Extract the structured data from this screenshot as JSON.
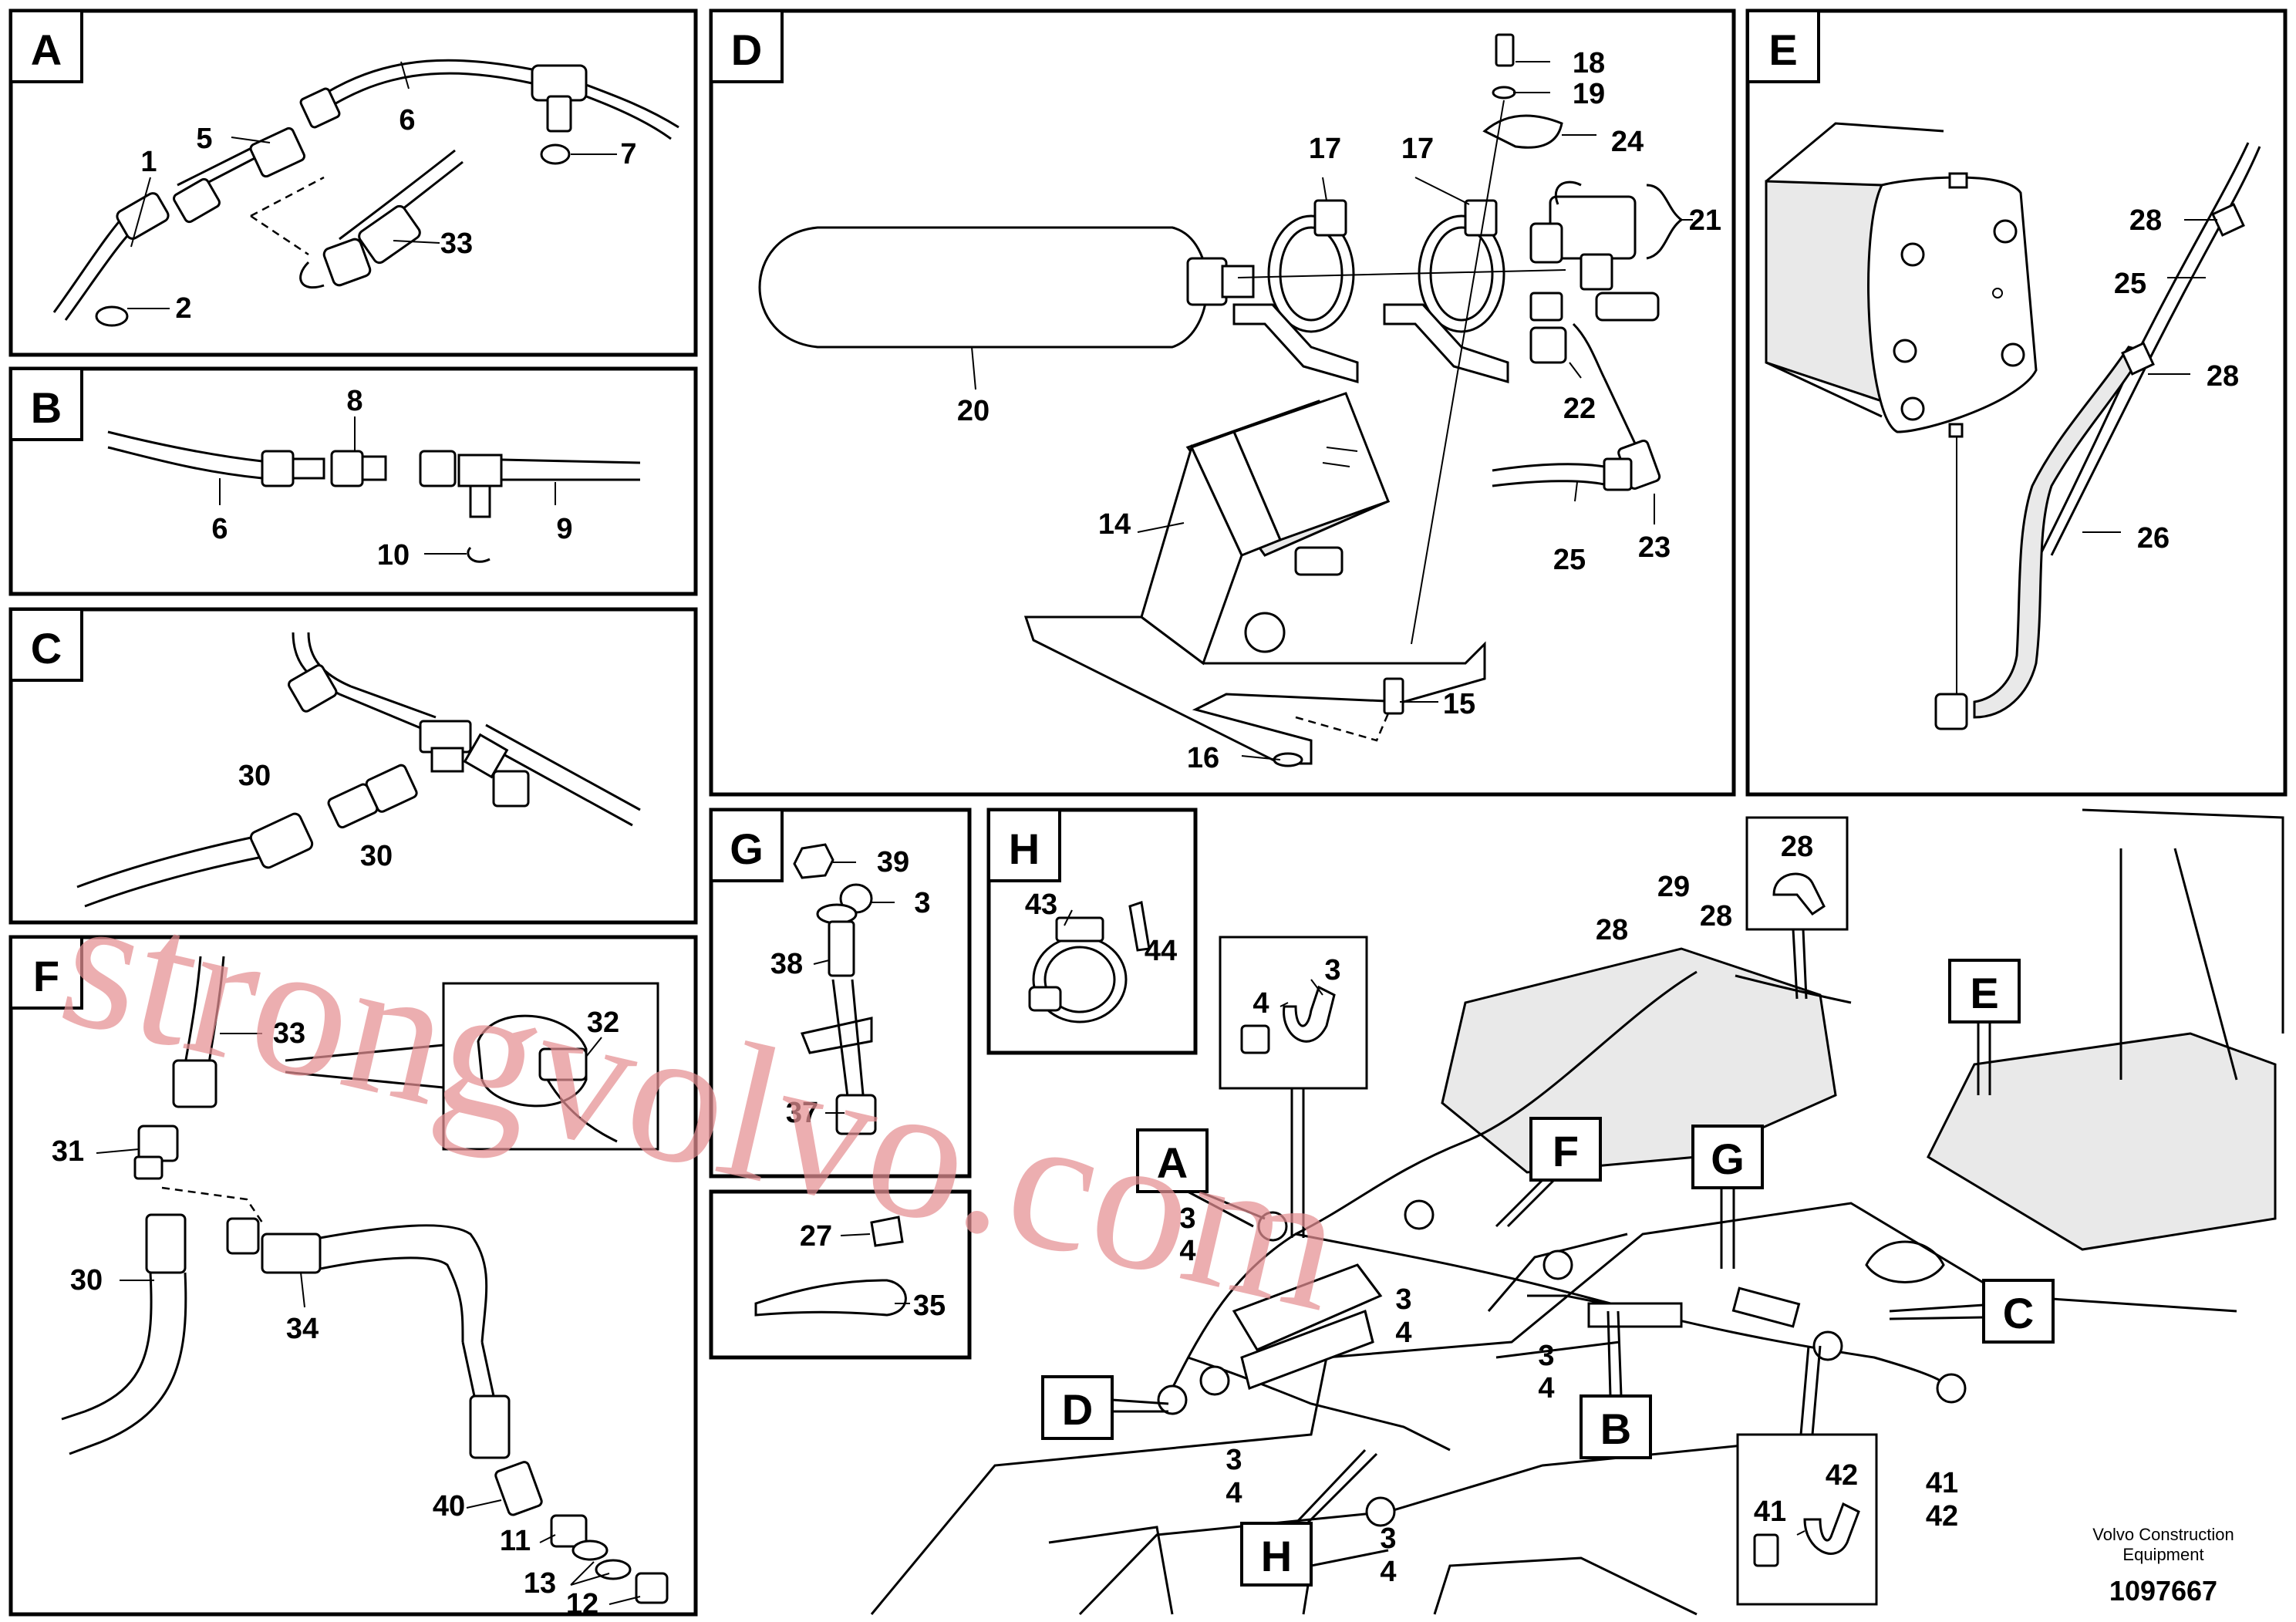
{
  "panels": {
    "A": {
      "letter": "A",
      "callouts": [
        "1",
        "2",
        "5",
        "6",
        "7",
        "33"
      ]
    },
    "B": {
      "letter": "B",
      "callouts": [
        "8",
        "6",
        "9",
        "10"
      ]
    },
    "C": {
      "letter": "C",
      "callouts": [
        "30",
        "30"
      ]
    },
    "D": {
      "letter": "D",
      "callouts": [
        "18",
        "19",
        "24",
        "17",
        "17",
        "21",
        "20",
        "22",
        "14",
        "25",
        "23",
        "15",
        "16"
      ]
    },
    "E": {
      "letter": "E",
      "callouts": [
        "28",
        "25",
        "28",
        "26"
      ]
    },
    "F": {
      "letter": "F",
      "callouts": [
        "33",
        "32",
        "31",
        "30",
        "34",
        "40",
        "11",
        "13",
        "12"
      ]
    },
    "G": {
      "letter": "G",
      "callouts": [
        "39",
        "3",
        "38",
        "37"
      ]
    },
    "H": {
      "letter": "H",
      "callouts": [
        "43",
        "44"
      ]
    },
    "clip": {
      "callouts": [
        "27",
        "35"
      ]
    }
  },
  "overview": {
    "insets": {
      "clamp_a": [
        "3",
        "4"
      ],
      "clamp_28": "28",
      "clamp_b": [
        "41",
        "42"
      ]
    },
    "location_labels": [
      "A",
      "F",
      "G",
      "E",
      "C",
      "D",
      "B",
      "H"
    ],
    "callouts": [
      "28",
      "29",
      "28",
      "3",
      "4",
      "3",
      "4",
      "3",
      "4",
      "3",
      "4",
      "3",
      "4",
      "41",
      "42"
    ]
  },
  "footer": {
    "company_line1": "Volvo Construction",
    "company_line2": "Equipment",
    "drawing_number": "1097667"
  },
  "watermark": "strongvolvo.com",
  "colors": {
    "watermark": "#e58f93"
  }
}
